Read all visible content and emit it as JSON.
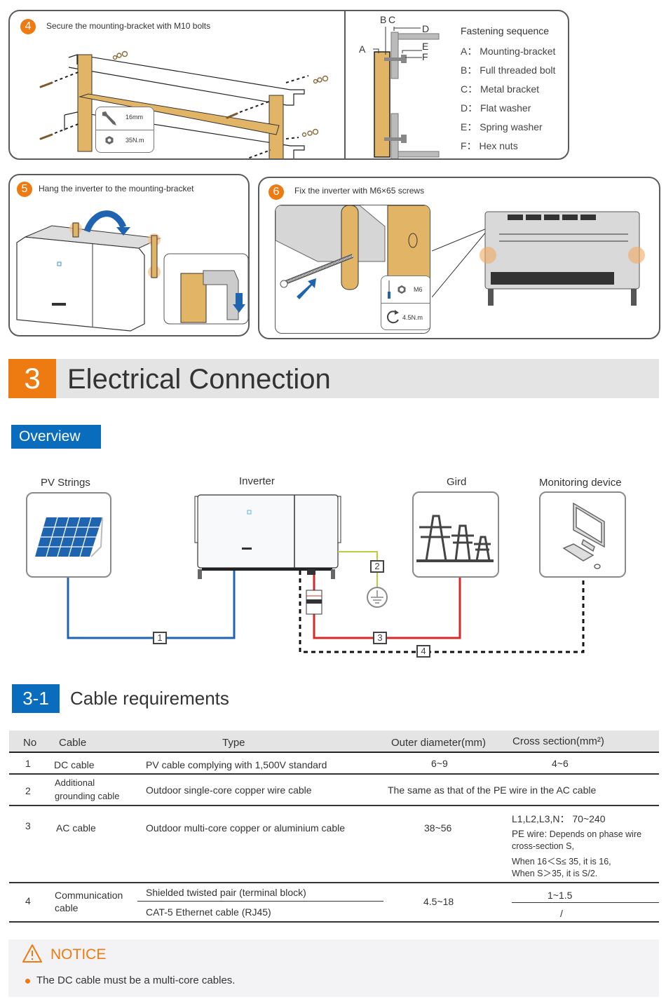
{
  "steps": [
    {
      "number": "4",
      "text": "Secure the mounting-bracket with M10 bolts",
      "tool": {
        "wrench_size": "16mm",
        "torque": "35N.m"
      }
    },
    {
      "number": "5",
      "text": "Hang the inverter to the mounting-bracket"
    },
    {
      "number": "6",
      "text": "Fix the inverter with M6×65 screws",
      "tool": {
        "screw": "M6",
        "torque": "4.5N.m"
      }
    }
  ],
  "fastening": {
    "title": "Fastening sequence",
    "callout_labels": [
      "A",
      "B",
      "C",
      "D",
      "E",
      "F"
    ],
    "items": [
      {
        "key": "A",
        "label": "Mounting-bracket"
      },
      {
        "key": "B",
        "label": "Full threaded bolt"
      },
      {
        "key": "C",
        "label": "Metal bracket"
      },
      {
        "key": "D",
        "label": "Flat washer"
      },
      {
        "key": "E",
        "label": "Spring washer"
      },
      {
        "key": "F",
        "label": "Hex nuts"
      }
    ]
  },
  "section": {
    "number": "3",
    "title": "Electrical Connection"
  },
  "overview": {
    "tag": "Overview",
    "labels": {
      "pv": "PV Strings",
      "inverter": "Inverter",
      "grid": "Gird",
      "monitor": "Monitoring device"
    },
    "cable_numbers": [
      "1",
      "2",
      "3",
      "4"
    ],
    "colors": {
      "dc": "#1f64b0",
      "ac": "#d42a2a",
      "pe": "#b6cf3a",
      "comm": "#111111"
    }
  },
  "subsection": {
    "number": "3-1",
    "title": "Cable requirements"
  },
  "table": {
    "headers": [
      "No",
      "Cable",
      "Type",
      "Outer diameter(mm)",
      "Cross section(mm²)"
    ],
    "rows": [
      {
        "no": "1",
        "cable": "DC cable",
        "type": "PV cable complying with 1,500V standard",
        "diameter": "6~9",
        "cross": "4~6"
      },
      {
        "no": "2",
        "cable_line1": "Additional",
        "cable_line2": "grounding  cable",
        "type": "Outdoor single-core copper wire cable",
        "merged": "The same as that of the PE wire in the AC cable"
      },
      {
        "no": "3",
        "cable": "AC cable",
        "type": "Outdoor multi-core copper or aluminium cable",
        "diameter": "38~56",
        "cross_main": "L1,L2,L3,N： 70~240",
        "pe_label": "PE wire:",
        "pe_line1": " Depends on phase wire",
        "pe_line2": "cross-section S,",
        "pe_line3": "When 16＜S≤ 35, it is 16,",
        "pe_line4": "When S＞35, it is S/2."
      },
      {
        "no": "4",
        "cable_line1": "Communication",
        "cable_line2": "cable",
        "type_a": "Shielded twisted pair (terminal block)",
        "type_b": "CAT-5 Ethernet cable (RJ45)",
        "diameter": "4.5~18",
        "cross_a": "1~1.5",
        "cross_b": "/"
      }
    ]
  },
  "notice": {
    "title": "NOTICE",
    "items": [
      "The DC cable must be a multi-core cables."
    ]
  },
  "accent": {
    "orange": "#ee7a12",
    "blue": "#0a6cbd",
    "bracket": "#e2b566"
  }
}
